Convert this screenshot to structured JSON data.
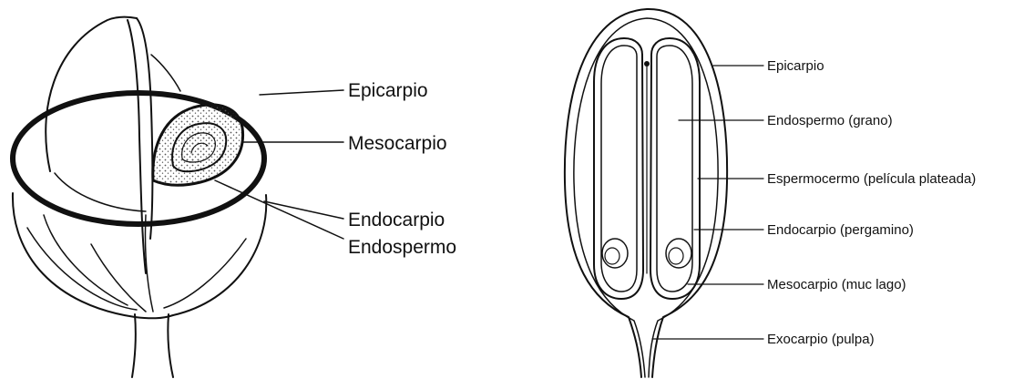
{
  "left_figure": {
    "labels": [
      "Epicarpio",
      "Mesocarpio",
      "Endocarpio",
      "Endospermo"
    ]
  },
  "right_figure": {
    "labels": [
      "Epicarpio",
      "Endospermo (grano)",
      "Espermocermo (película plateada)",
      "Endocarpio (pergamino)",
      "Mesocarpio (muc lago)",
      "Exocarpio (pulpa)"
    ]
  },
  "colors": {
    "ink": "#111111",
    "background": "#ffffff",
    "stipple": "#555555"
  }
}
